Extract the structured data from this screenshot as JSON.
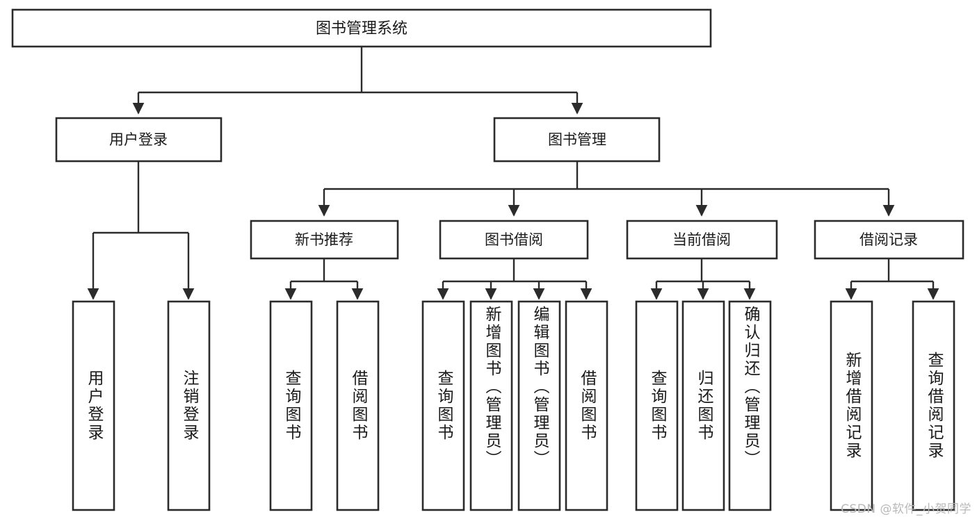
{
  "diagram": {
    "title": "图书管理系统",
    "type": "tree-hierarchy-diagram",
    "watermark": "CSDN @软件_小贺同学",
    "colors": {
      "background": "#ffffff",
      "box_fill": "#ffffff",
      "box_stroke": "#2b2b2b",
      "text": "#1a1a1a",
      "watermark": "#b9b9b9"
    },
    "root": {
      "label": "图书管理系统"
    },
    "level2": [
      {
        "label": "用户登录"
      },
      {
        "label": "图书管理"
      }
    ],
    "level3": [
      {
        "label": "新书推荐"
      },
      {
        "label": "图书借阅"
      },
      {
        "label": "当前借阅"
      },
      {
        "label": "借阅记录"
      }
    ],
    "leaves_user_login": [
      {
        "label": "用户登录"
      },
      {
        "label": "注销登录"
      }
    ],
    "leaves_new_book": [
      {
        "label": "查询图书"
      },
      {
        "label": "借阅图书"
      }
    ],
    "leaves_borrow": [
      {
        "label": "查询图书"
      },
      {
        "label": "新增图书（管理员）"
      },
      {
        "label": "编辑图书（管理员）"
      },
      {
        "label": "借阅图书"
      }
    ],
    "leaves_current": [
      {
        "label": "查询图书"
      },
      {
        "label": "归还图书"
      },
      {
        "label": "确认归还（管理员）"
      }
    ],
    "leaves_record": [
      {
        "label": "新增借阅记录"
      },
      {
        "label": "查询借阅记录"
      }
    ]
  }
}
